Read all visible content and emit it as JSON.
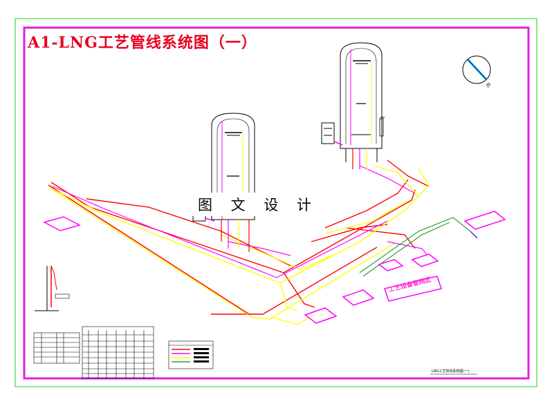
{
  "title": "A1-LNG工艺管线系统图（一）",
  "watermark": "图 文 设 计",
  "area_label": "工艺设备管网区",
  "drawing_name": "LNG工艺管线系统图(一)",
  "north_label": "北",
  "colors": {
    "border_outer": "#19d619",
    "border_inner": "#e11ee1",
    "title": "#e8001e",
    "pipe_red": "#ff0000",
    "pipe_yellow": "#ffff00",
    "pipe_magenta": "#ff00ff",
    "pipe_green": "#2e9e2e",
    "pipe_blue": "#0000ff"
  },
  "icons": [
    "north-arrow-icon"
  ]
}
